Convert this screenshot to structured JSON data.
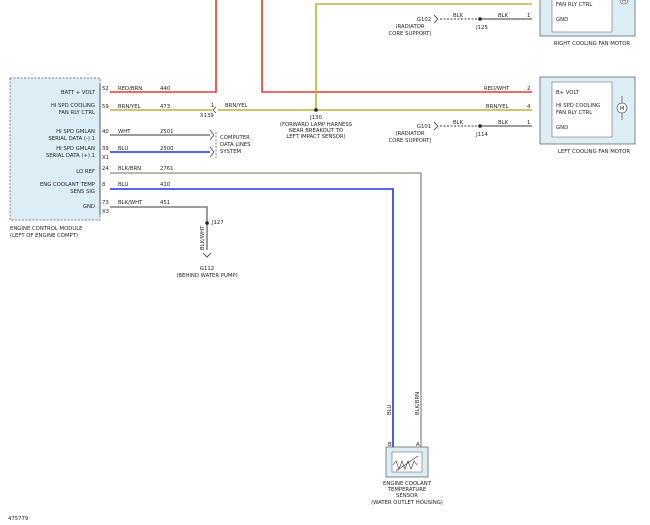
{
  "ecm": {
    "title_line1": "ENGINE CONTROL MODULE",
    "title_line2": "(LEFT OF ENGINE COMPT)",
    "pins": [
      {
        "label1": "BATT + VOLT",
        "label2": "",
        "pin": "52",
        "color": "RED/BRN",
        "circuit": "440"
      },
      {
        "label1": "HI SPD COOLING",
        "label2": "FAN RLY CTRL",
        "pin": "59",
        "color": "BRN/YEL",
        "circuit": "473"
      },
      {
        "label1": "HI SPD GMLAN",
        "label2": "SERIAL DATA (-) 1",
        "pin": "40",
        "color": "WHT",
        "circuit": "2501"
      },
      {
        "label1": "HI SPD GMLAN",
        "label2": "SERIAL DATA (+) 1",
        "pin": "39",
        "color": "BLU",
        "circuit": "2500"
      },
      {
        "label1": "LO REF",
        "label2": "",
        "pin": "24",
        "color": "BLK/BRN",
        "circuit": "2761"
      },
      {
        "label1": "ENG COOLANT TEMP",
        "label2": "SENS SIG",
        "pin": "8",
        "color": "BLU",
        "circuit": "410"
      },
      {
        "label1": "GND",
        "label2": "",
        "pin": "73",
        "color": "BLK/WHT",
        "circuit": "451"
      }
    ],
    "connector_x1": "X1",
    "connector_x3": "X3"
  },
  "connector_x139": {
    "pin": "1",
    "name": "X139",
    "color": "BRN/YEL"
  },
  "computer_data": {
    "line1": "COMPUTER",
    "line2": "DATA LINES",
    "line3": "SYSTEM"
  },
  "splice_j130": {
    "name": "J130",
    "line1": "(FORWARD LAMP HARNESS",
    "line2": "NEAR BREAKOUT TO",
    "line3": "LEFT IMPACT SENSOR)"
  },
  "ground_g112": {
    "splice": "J127",
    "wire_color": "BLK/WHT",
    "name": "G112",
    "location": "(BEHIND WATER PUMP)"
  },
  "ground_g102": {
    "name": "G102",
    "line1": "(RADIATOR",
    "line2": "CORE SUPPORT)",
    "splice": "J125",
    "color1": "BLK",
    "color2": "BLK"
  },
  "ground_g101": {
    "name": "G101",
    "line1": "(RADIATOR",
    "line2": "CORE SUPPORT)",
    "splice": "J114",
    "color1": "BLK",
    "color2": "BLK"
  },
  "right_fan": {
    "title": "RIGHT COOLING FAN MOTOR",
    "pins": [
      {
        "label1": "FAN RLY CTRL",
        "label2": "",
        "pin": ""
      },
      {
        "label1": "GND",
        "label2": "",
        "pin": "1"
      }
    ],
    "motor_symbol": "M"
  },
  "left_fan": {
    "title": "LEFT COOLING FAN MOTOR",
    "pins": [
      {
        "label1": "B+ VOLT",
        "label2": "",
        "pin": "2",
        "color": "RED/WHT"
      },
      {
        "label1": "HI SPD COOLING",
        "label2": "FAN RLY CTRL",
        "pin": "4",
        "color": "BRN/YEL"
      },
      {
        "label1": "GND",
        "label2": "",
        "pin": "1",
        "color": "BLK"
      }
    ],
    "motor_symbol": "M"
  },
  "coolant_sensor": {
    "line1": "ENGINE COOLANT",
    "line2": "TEMPERATURE",
    "line3": "SENSOR",
    "line4": "(WATER OUTLET HOUSING)",
    "pin_b": "B",
    "pin_a": "A",
    "wire_left": "BLU",
    "wire_right": "BLK/BRN"
  },
  "figure_id": "475779"
}
